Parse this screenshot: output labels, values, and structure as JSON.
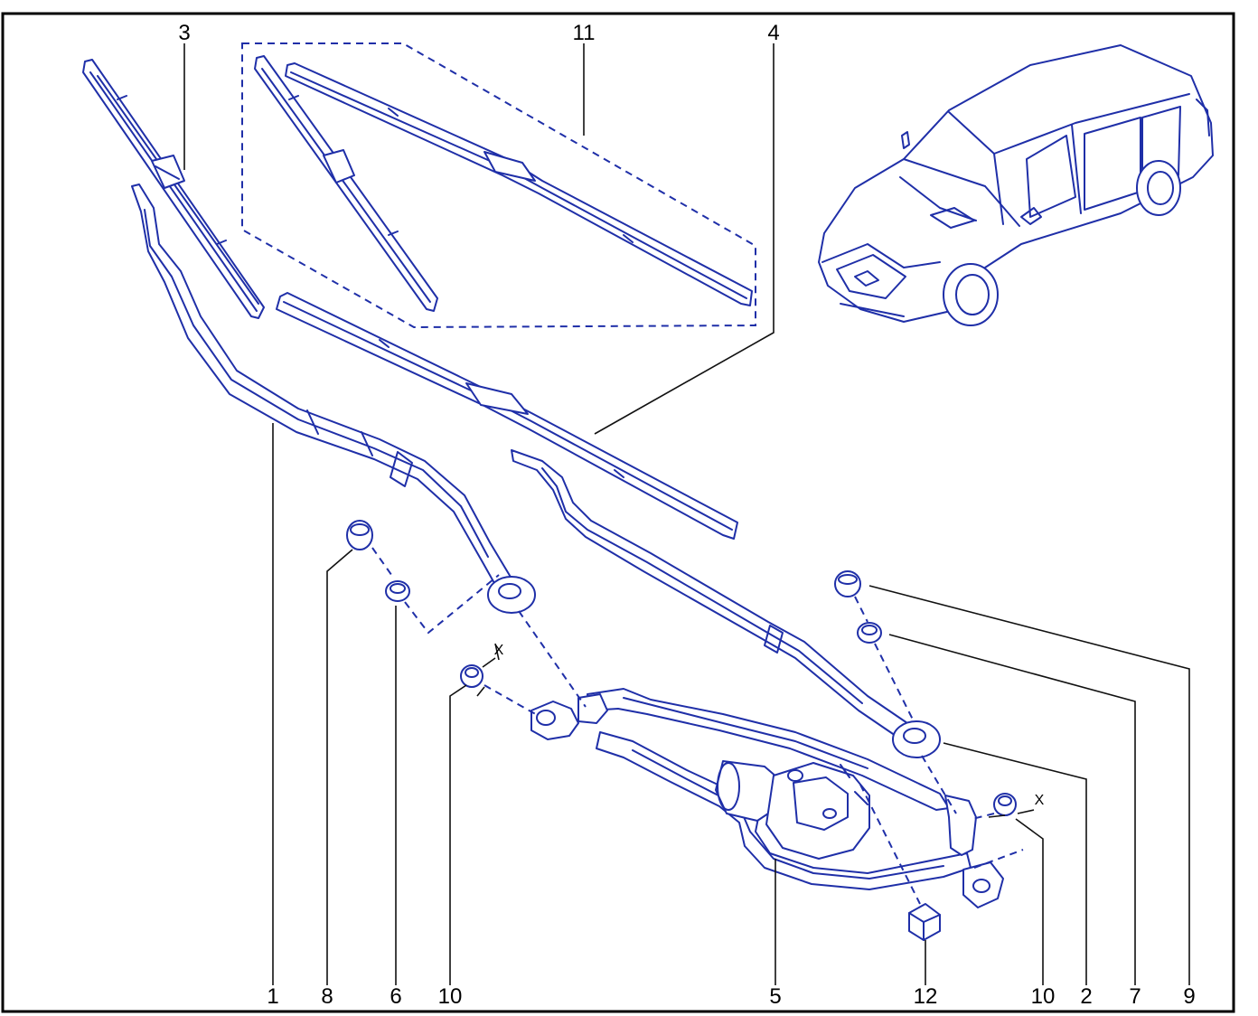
{
  "diagram": {
    "colors": {
      "line": "#1f2fa8",
      "fill": "#1f2fa8",
      "leader": "#111111",
      "frame": "#000000"
    },
    "callouts": [
      {
        "id": "c3",
        "label": "3"
      },
      {
        "id": "c11",
        "label": "11"
      },
      {
        "id": "c4",
        "label": "4"
      },
      {
        "id": "c1",
        "label": "1"
      },
      {
        "id": "c8",
        "label": "8"
      },
      {
        "id": "c6",
        "label": "6"
      },
      {
        "id": "c10a",
        "label": "10"
      },
      {
        "id": "c5",
        "label": "5"
      },
      {
        "id": "c12",
        "label": "12"
      },
      {
        "id": "c10b",
        "label": "10"
      },
      {
        "id": "c2",
        "label": "2"
      },
      {
        "id": "c7",
        "label": "7"
      },
      {
        "id": "c9",
        "label": "9"
      }
    ],
    "dimension_marks": [
      {
        "id": "xa",
        "label": "X"
      },
      {
        "id": "xb",
        "label": "X"
      }
    ]
  }
}
